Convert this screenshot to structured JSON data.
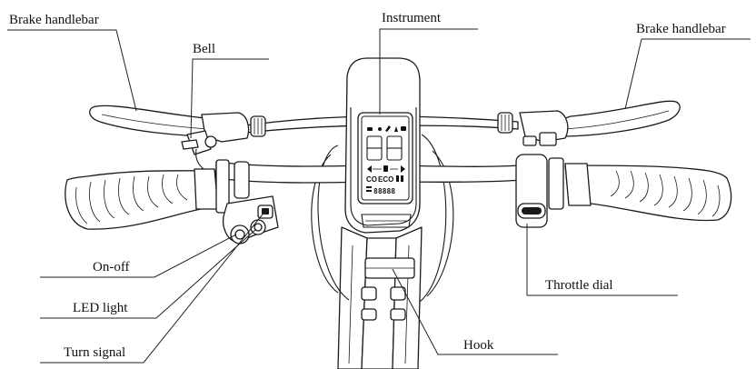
{
  "labels": {
    "brake_left": "Brake handlebar",
    "bell": "Bell",
    "instrument": "Instrument",
    "brake_right": "Brake handlebar",
    "on_off": "On-off",
    "led_light": "LED light",
    "turn_signal": "Turn signal",
    "hook": "Hook",
    "throttle_dial": "Throttle dial"
  },
  "display": {
    "speed_digits": "88",
    "mode_left": "CO",
    "mode_right": "ECO",
    "battery_bar": "88888"
  }
}
